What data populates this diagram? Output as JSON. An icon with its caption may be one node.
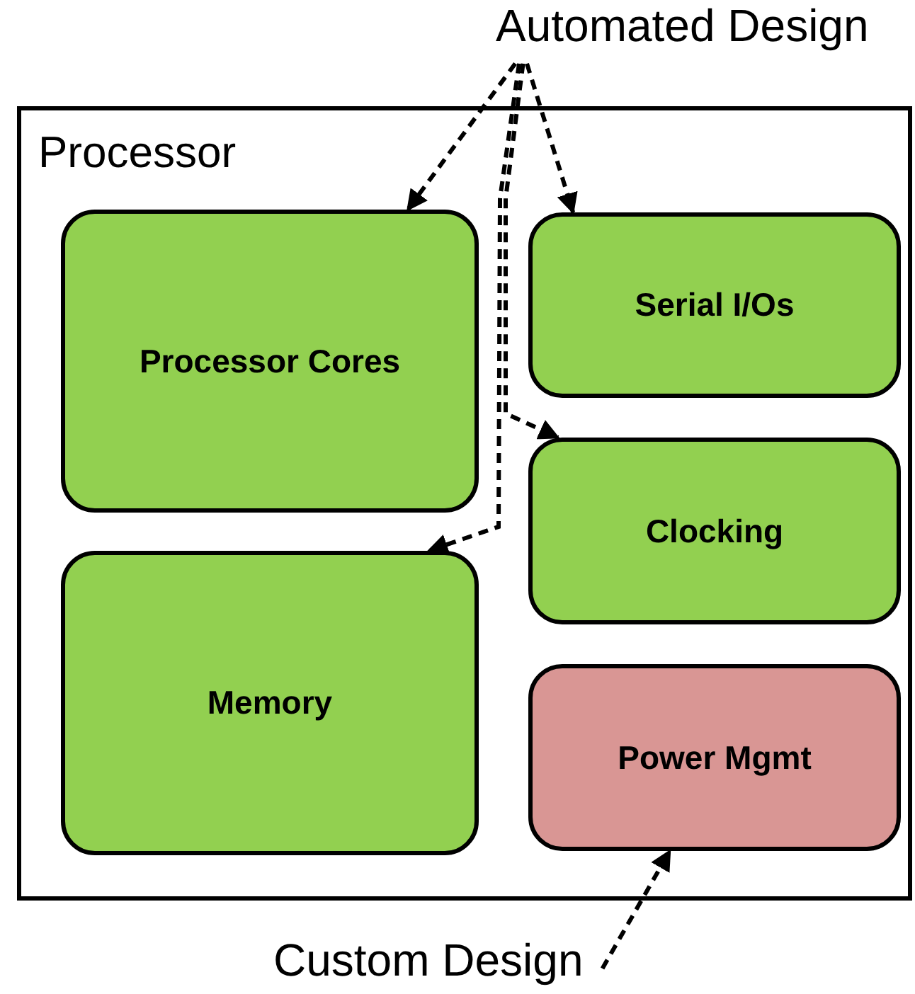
{
  "diagram": {
    "nodes": [
      {
        "text": [
          "Processor"
        ]
      },
      {
        "text": [
          "Processor Cores"
        ],
        "in": 0
      },
      {
        "text": [
          "Serial I/Os"
        ],
        "in": 0
      },
      {
        "text": [
          "Memory"
        ],
        "in": 0
      },
      {
        "text": [
          "Clocking"
        ],
        "in": 0
      },
      {
        "text": [
          "Power Mgmt"
        ],
        "in": 0
      },
      {
        "text": [
          "Automated Design"
        ]
      },
      {
        "text": [
          "Custom Design"
        ]
      }
    ],
    "edges": [
      {
        "from": 6,
        "to": 1,
        "arrow": "to",
        "style": "dashed"
      },
      {
        "from": 6,
        "to": 3,
        "arrow": "to",
        "style": "dashed"
      },
      {
        "from": 6,
        "to": 4,
        "arrow": "to",
        "style": "dashed"
      },
      {
        "from": 6,
        "to": 2,
        "arrow": "to",
        "style": "dashed"
      },
      {
        "from": 7,
        "to": 5,
        "arrow": "to",
        "style": "dashed"
      }
    ]
  }
}
